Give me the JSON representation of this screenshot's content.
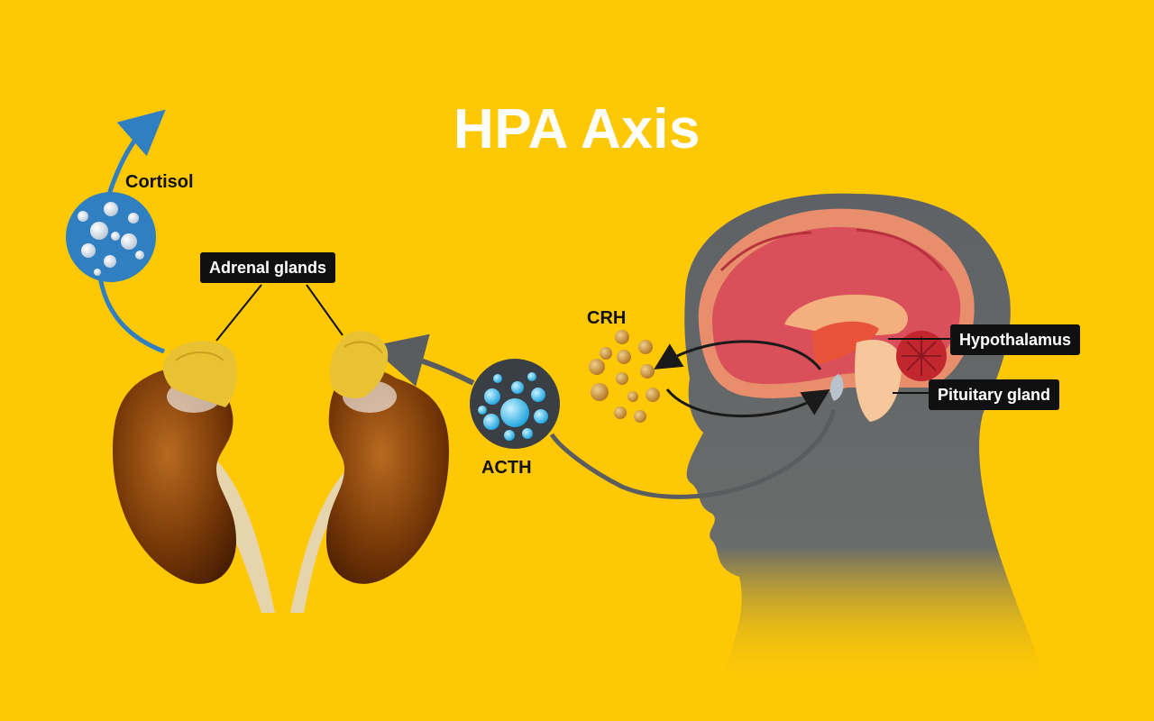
{
  "title": "HPA Axis",
  "labels": {
    "cortisol": "Cortisol",
    "adrenal": "Adrenal glands",
    "crh": "CRH",
    "acth": "ACTH",
    "hypothalamus": "Hypothalamus",
    "pituitary": "Pituitary gland"
  },
  "colors": {
    "background": "#FEC805",
    "head": "#5E6266",
    "kidney": "#7A3A08",
    "adrenal_gland": "#E8C232",
    "cortisol_particle": "#2F7FC1",
    "acth_particle": "#2BB6EA",
    "crh_particle": "#C98A2E",
    "brain_cortex": "#D9505A",
    "label_box": "#101010"
  }
}
